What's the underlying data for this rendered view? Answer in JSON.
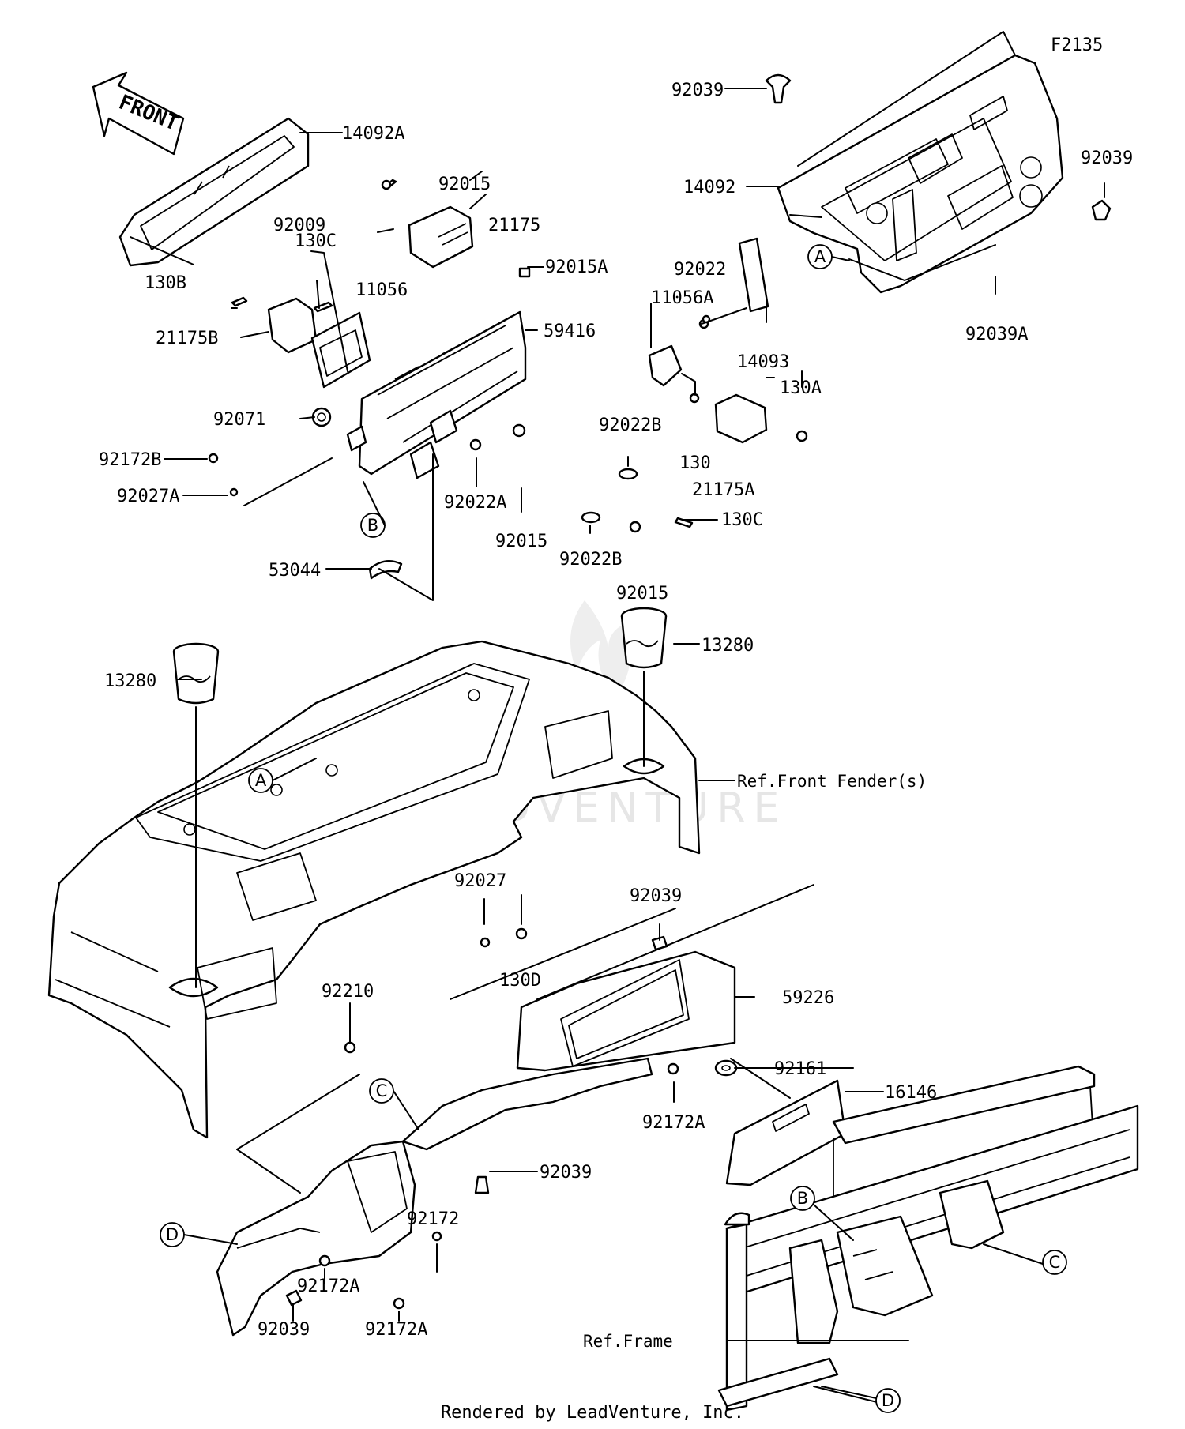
{
  "figure_id": "F2135",
  "front_label": "FRONT",
  "watermark": "LEADVENTURE",
  "footer": "Rendered by LeadVenture, Inc.",
  "callouts": {
    "p14092A": "14092A",
    "p130B": "130B",
    "p92015_top": "92015",
    "p92009": "92009",
    "p21175": "21175",
    "p130C_top": "130C",
    "p11056": "11056",
    "p21175B": "21175B",
    "p92015A": "92015A",
    "p59416": "59416",
    "p92071": "92071",
    "p92172B": "92172B",
    "p92027A": "92027A",
    "p92022A": "92022A",
    "p92015_mid": "92015",
    "p92022B_lo": "92022B",
    "p92015_lo": "92015",
    "p53044": "53044",
    "p11056A": "11056A",
    "p92022B_up": "92022B",
    "p130": "130",
    "p21175A": "21175A",
    "p130A": "130A",
    "p130C_mid": "130C",
    "p92039_top": "92039",
    "p14092": "14092",
    "p92039_right": "92039",
    "p92022": "92022",
    "p14093": "14093",
    "p92039A": "92039A",
    "p13280_left": "13280",
    "p13280_right": "13280",
    "ref_front_fender": "Ref.Front Fender(s)",
    "p92027": "92027",
    "p130D": "130D",
    "p92039_mid": "92039",
    "p59226": "59226",
    "p92210": "92210",
    "p92161": "92161",
    "p92172A_mid": "92172A",
    "p16146": "16146",
    "p92039_low": "92039",
    "p92172": "92172",
    "p92172A_l1": "92172A",
    "p92172A_l2": "92172A",
    "p92039_bottom": "92039",
    "ref_frame": "Ref.Frame"
  },
  "ref_circles": {
    "A1": "A",
    "A2": "A",
    "B1": "B",
    "B2": "B",
    "C1": "C",
    "C2": "C",
    "D1": "D",
    "D2": "D"
  }
}
